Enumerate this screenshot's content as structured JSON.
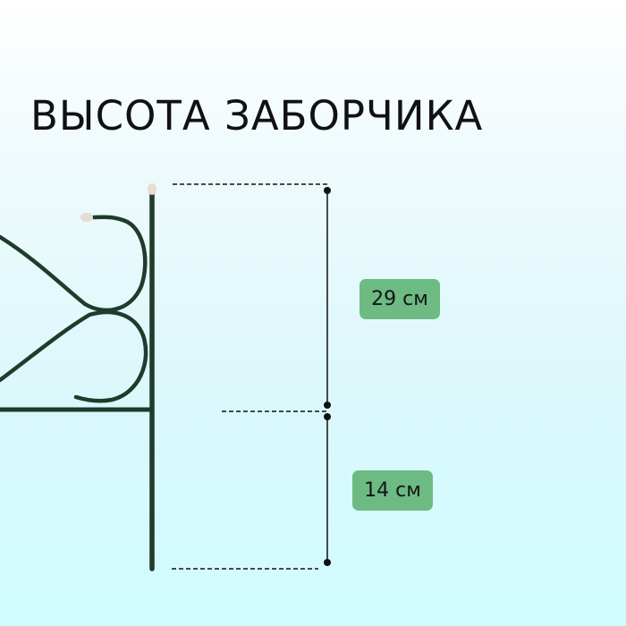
{
  "title": "ВЫСОТА ЗАБОРЧИКА",
  "dimensions": {
    "upper": {
      "label": "29 см",
      "value": 29,
      "unit": "см"
    },
    "lower": {
      "label": "14 см",
      "value": 14,
      "unit": "см"
    }
  },
  "colors": {
    "fence": "#1e3b2c",
    "badge": "#6dbb82",
    "cap": "#e8dcd0",
    "line": "#111111"
  }
}
